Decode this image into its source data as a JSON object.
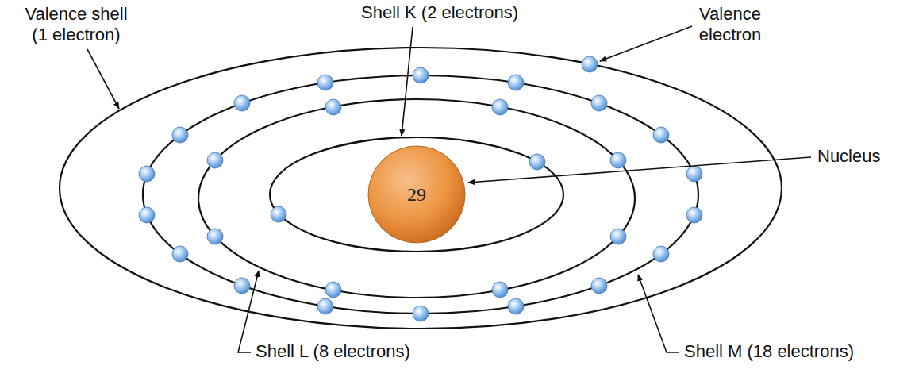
{
  "diagram": {
    "nodes": [
      {
        "text": [
          "29"
        ]
      }
    ],
    "labels": [
      "Valence shell (1 electron)",
      "Shell K (2 electrons)",
      "Valence electron",
      "Nucleus",
      "Shell L (8 electrons)",
      "Shell M (18 electrons)"
    ]
  }
}
